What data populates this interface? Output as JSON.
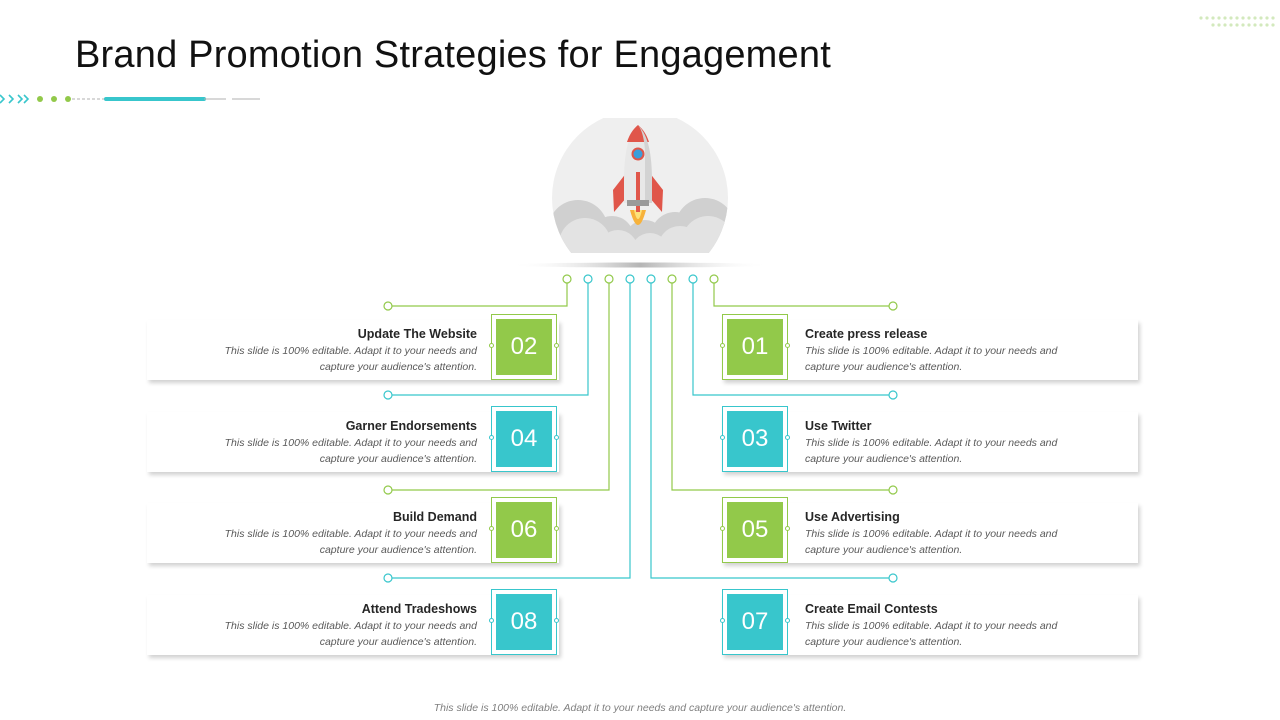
{
  "title": "Brand Promotion Strategies for Engagement",
  "colors": {
    "green": "#92c94a",
    "teal": "#38c6cc"
  },
  "icons": [
    "rocket-icon",
    "cloud-icon"
  ],
  "left_items": [
    {
      "number": "02",
      "title": "Update The Website",
      "desc_line1": "This slide is 100% editable. Adapt  it to your needs and",
      "desc_line2": "capture your audience's attention.",
      "color": "green"
    },
    {
      "number": "04",
      "title": "Garner Endorsements",
      "desc_line1": "This slide is 100% editable. Adapt  it to your needs and",
      "desc_line2": "capture your audience's attention.",
      "color": "teal"
    },
    {
      "number": "06",
      "title": "Build Demand",
      "desc_line1": "This slide is 100% editable. Adapt  it to your needs and",
      "desc_line2": "capture your audience's attention.",
      "color": "green"
    },
    {
      "number": "08",
      "title": "Attend Tradeshows",
      "desc_line1": "This slide is 100% editable. Adapt  it to your needs and",
      "desc_line2": "capture your audience's attention.",
      "color": "teal"
    }
  ],
  "right_items": [
    {
      "number": "01",
      "title": "Create press release",
      "desc_line1": "This slide is 100% editable. Adapt  it to your needs and",
      "desc_line2": "capture your audience's attention.",
      "color": "green"
    },
    {
      "number": "03",
      "title": "Use Twitter",
      "desc_line1": "This slide is 100% editable. Adapt  it to your needs and",
      "desc_line2": "capture your audience's attention.",
      "color": "teal"
    },
    {
      "number": "05",
      "title": "Use Advertising",
      "desc_line1": "This slide is 100% editable. Adapt  it to your needs and",
      "desc_line2": "capture your audience's attention.",
      "color": "green"
    },
    {
      "number": "07",
      "title": "Create Email Contests",
      "desc_line1": "This slide is 100% editable. Adapt  it to your needs and",
      "desc_line2": "capture your audience's attention.",
      "color": "teal"
    }
  ],
  "footer": "This slide is 100% editable. Adapt  it to your needs and  capture your audience's attention."
}
